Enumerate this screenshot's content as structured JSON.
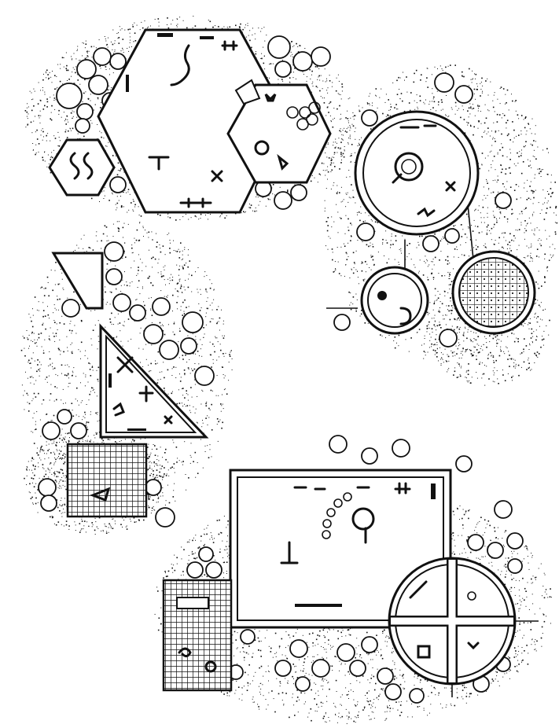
{
  "drawing": {
    "ink_color": "#111111",
    "paper_color": "#ffffff",
    "plans": [
      "hexagon-play-area",
      "circular-play-area",
      "triangular-play-area",
      "rectangular-play-area"
    ]
  }
}
